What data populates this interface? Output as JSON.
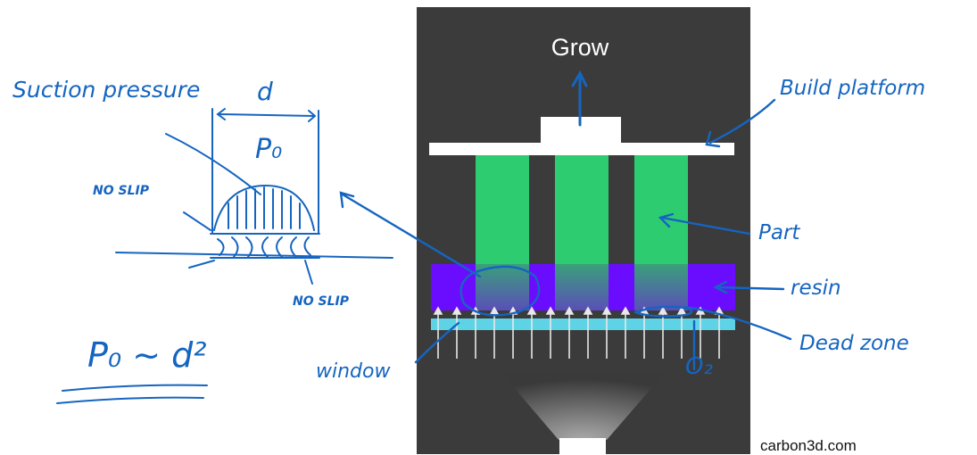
{
  "figure": {
    "grow_label": "Grow",
    "credit": "carbon3d.com"
  },
  "annotations": {
    "suction_pressure": "Suction pressure",
    "d": "d",
    "p0": "P₀",
    "no_slip_top": "NO SLIP",
    "no_slip_bottom": "NO SLIP",
    "relation": "P₀ ~ d²",
    "build_platform": "Build platform",
    "part": "Part",
    "resin": "resin",
    "dead_zone": "Dead zone",
    "window": "window",
    "o2": "O₂"
  },
  "colors": {
    "ink": "#1565c0",
    "panel": "#3a3a3a",
    "part": "#2ecc71",
    "resin": "#6a0dff",
    "window": "#5fd3e6"
  }
}
